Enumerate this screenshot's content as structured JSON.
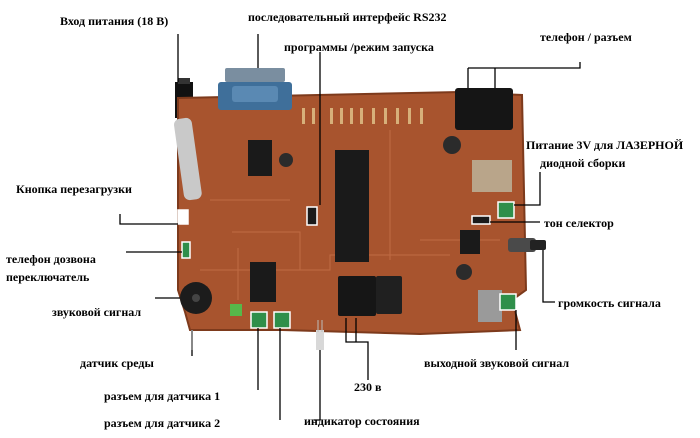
{
  "labels": {
    "power_input": "Вход питания  (18 В)",
    "rs232": "последовательный интерфейс RS232",
    "program_mode": "программы /режим запуска",
    "phone_connector": "телефон / разъем",
    "laser_power_1": "Питание 3V   для ЛАЗЕРНОЙ",
    "laser_power_2": "диодной сборки",
    "reset_button": "Кнопка перезагрузки",
    "tone_selector": "тон селектор",
    "dial_switch_1": "телефон дозвона",
    "dial_switch_2": "переключатель",
    "buzzer": "звуковой сигнал",
    "volume": "громкость сигнала",
    "env_sensor": "датчик среды",
    "audio_out": "выходной звуковой сигнал",
    "v230": "230 в",
    "sensor1": "разъем для датчика 1",
    "sensor2": "разъем для датчика 2",
    "status_indicator": "индикатор состояния"
  },
  "colors": {
    "pcb": "#a8542e",
    "pcb_dark": "#7d3a1c",
    "highlight_box": "#ffffff",
    "terminal_green": "#2f8f4a",
    "db9_blue": "#3f6f9a",
    "ic_black": "#1a1a1a",
    "leader": "#000000"
  }
}
